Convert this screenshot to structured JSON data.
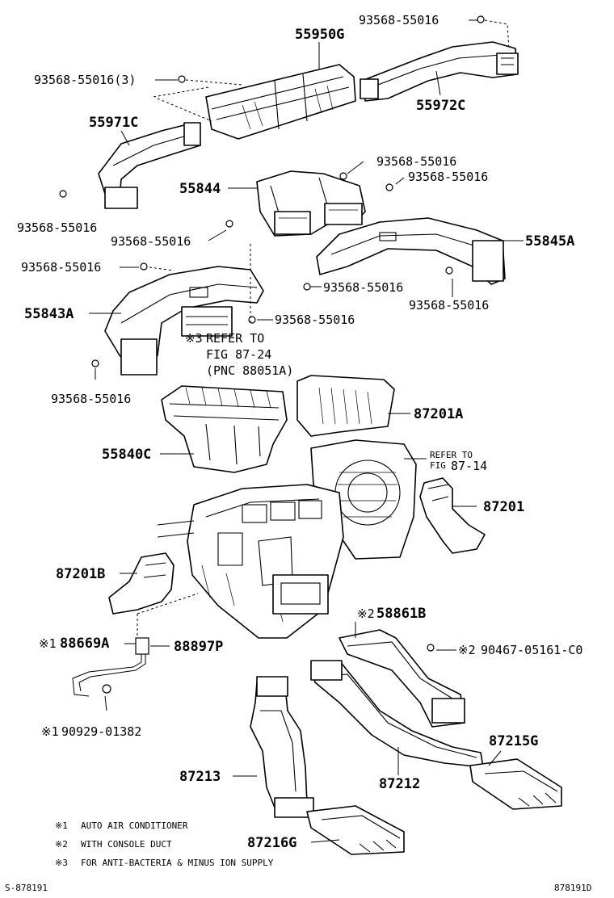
{
  "labels": {
    "p93568_55016_top": "93568-55016",
    "p55950G": "55950G",
    "p93568_55016_3": "93568-55016(3)",
    "p55972C": "55972C",
    "p55971C": "55971C",
    "p93568_55016_r1": "93568-55016",
    "p93568_55016_r2": "93568-55016",
    "p55844": "55844",
    "p93568_55016_l1": "93568-55016",
    "p93568_55016_m1": "93568-55016",
    "p55845A": "55845A",
    "p93568_55016_l2": "93568-55016",
    "p93568_55016_m2": "93568-55016",
    "p93568_55016_r3": "93568-55016",
    "p55843A": "55843A",
    "p93568_55016_m3": "93568-55016",
    "refer_1_mark": "※3",
    "refer_1_a": "REFER TO",
    "refer_1_b": "FIG 87-24",
    "refer_1_c": "(PNC 88051A)",
    "p93568_55016_l3": "93568-55016",
    "p87201A": "87201A",
    "p55840C": "55840C",
    "refer_2_a": "REFER TO",
    "refer_2_b": "FIG",
    "refer_2_c": "87-14",
    "p87201": "87201",
    "p87201B": "87201B",
    "p58861B_mark": "※2",
    "p58861B": "58861B",
    "p88669A_mark": "※1",
    "p88669A": "88669A",
    "p88897P": "88897P",
    "p90467_mark": "※2",
    "p90467": "90467-05161-C0",
    "p90929_mark": "※1",
    "p90929": "90929-01382",
    "p87215G": "87215G",
    "p87213": "87213",
    "p87212": "87212",
    "p87216G": "87216G"
  },
  "legend": [
    {
      "mark": "※1",
      "text": "AUTO AIR CONDITIONER"
    },
    {
      "mark": "※2",
      "text": "WITH CONSOLE DUCT"
    },
    {
      "mark": "※3",
      "text": "FOR ANTI-BACTERIA & MINUS ION SUPPLY"
    }
  ],
  "footer": {
    "left_code": "S-878191",
    "right_code": "878191D"
  }
}
